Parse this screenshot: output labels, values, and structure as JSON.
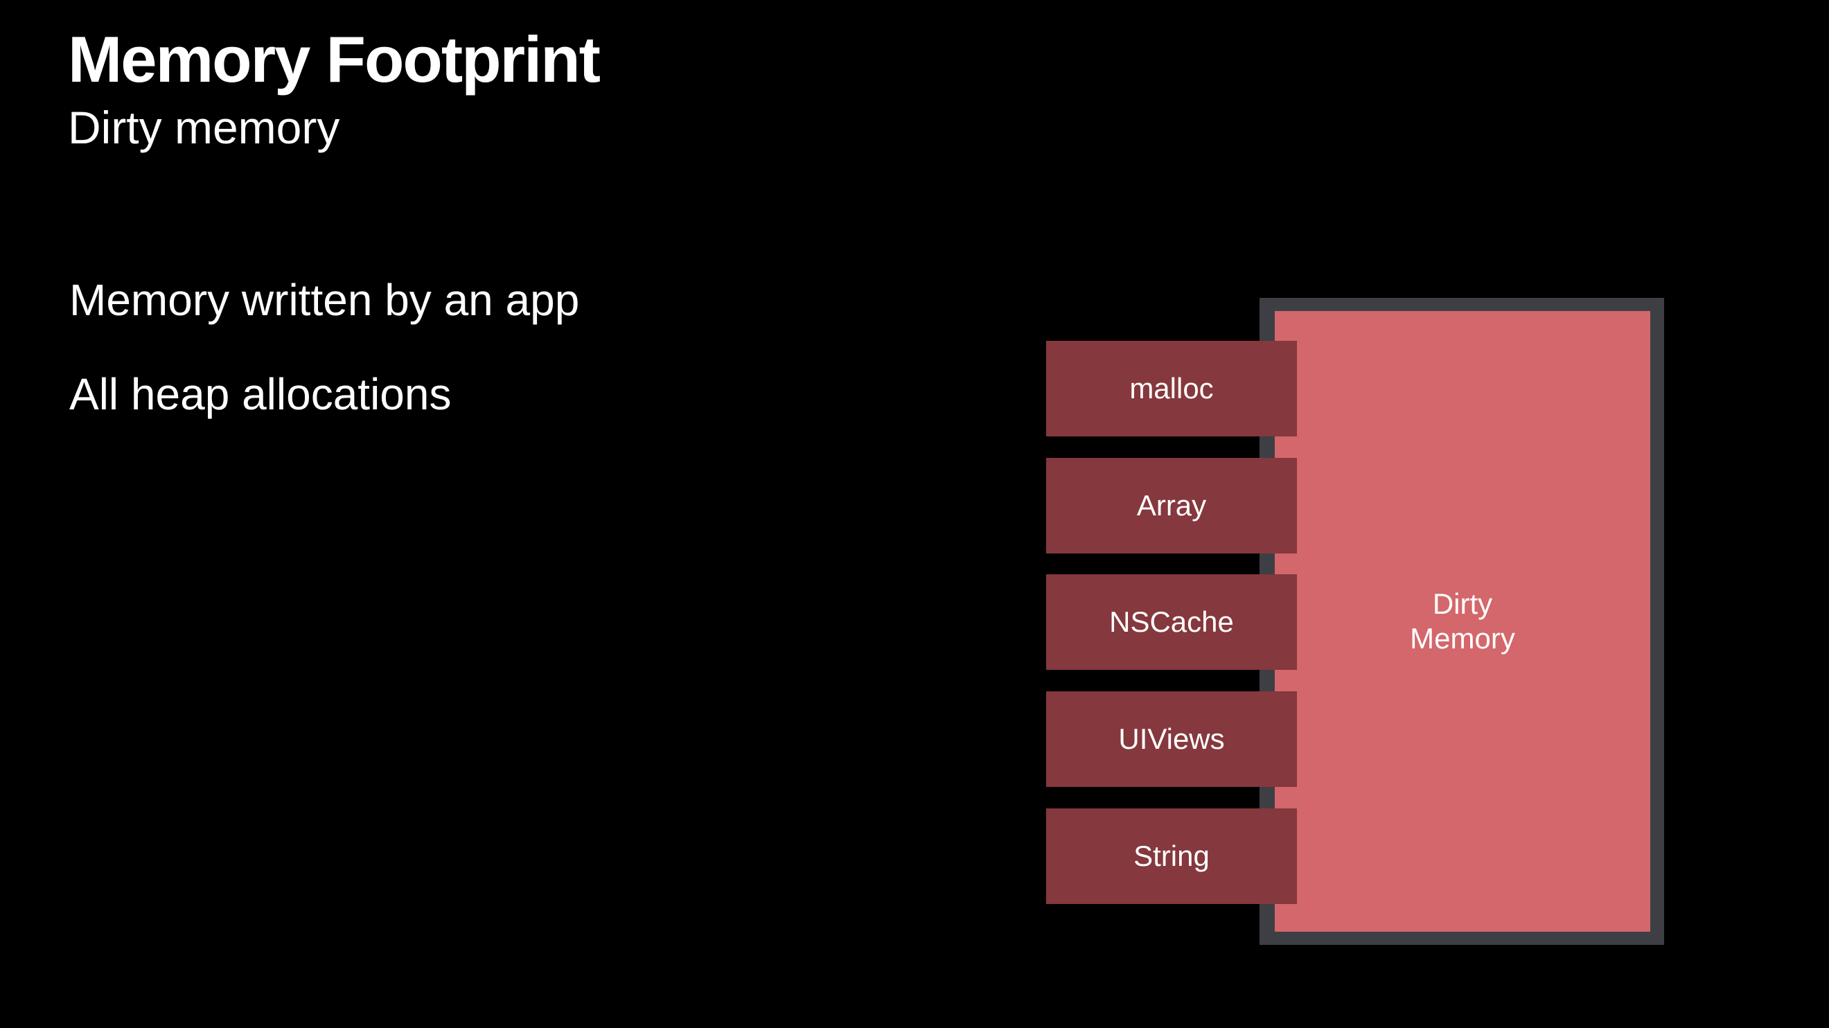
{
  "slide": {
    "title": "Memory Footprint",
    "subtitle": "Dirty memory"
  },
  "bullets": [
    "Memory written by an app",
    "All heap allocations"
  ],
  "diagram": {
    "container_label_line1": "Dirty",
    "container_label_line2": "Memory",
    "blocks": [
      "malloc",
      "Array",
      "NSCache",
      "UIViews",
      "String"
    ]
  },
  "colors": {
    "background": "#000000",
    "container_border": "#3d3f44",
    "container_fill": "#d3676b",
    "block_fill": "#85383d",
    "text": "#ffffff"
  }
}
